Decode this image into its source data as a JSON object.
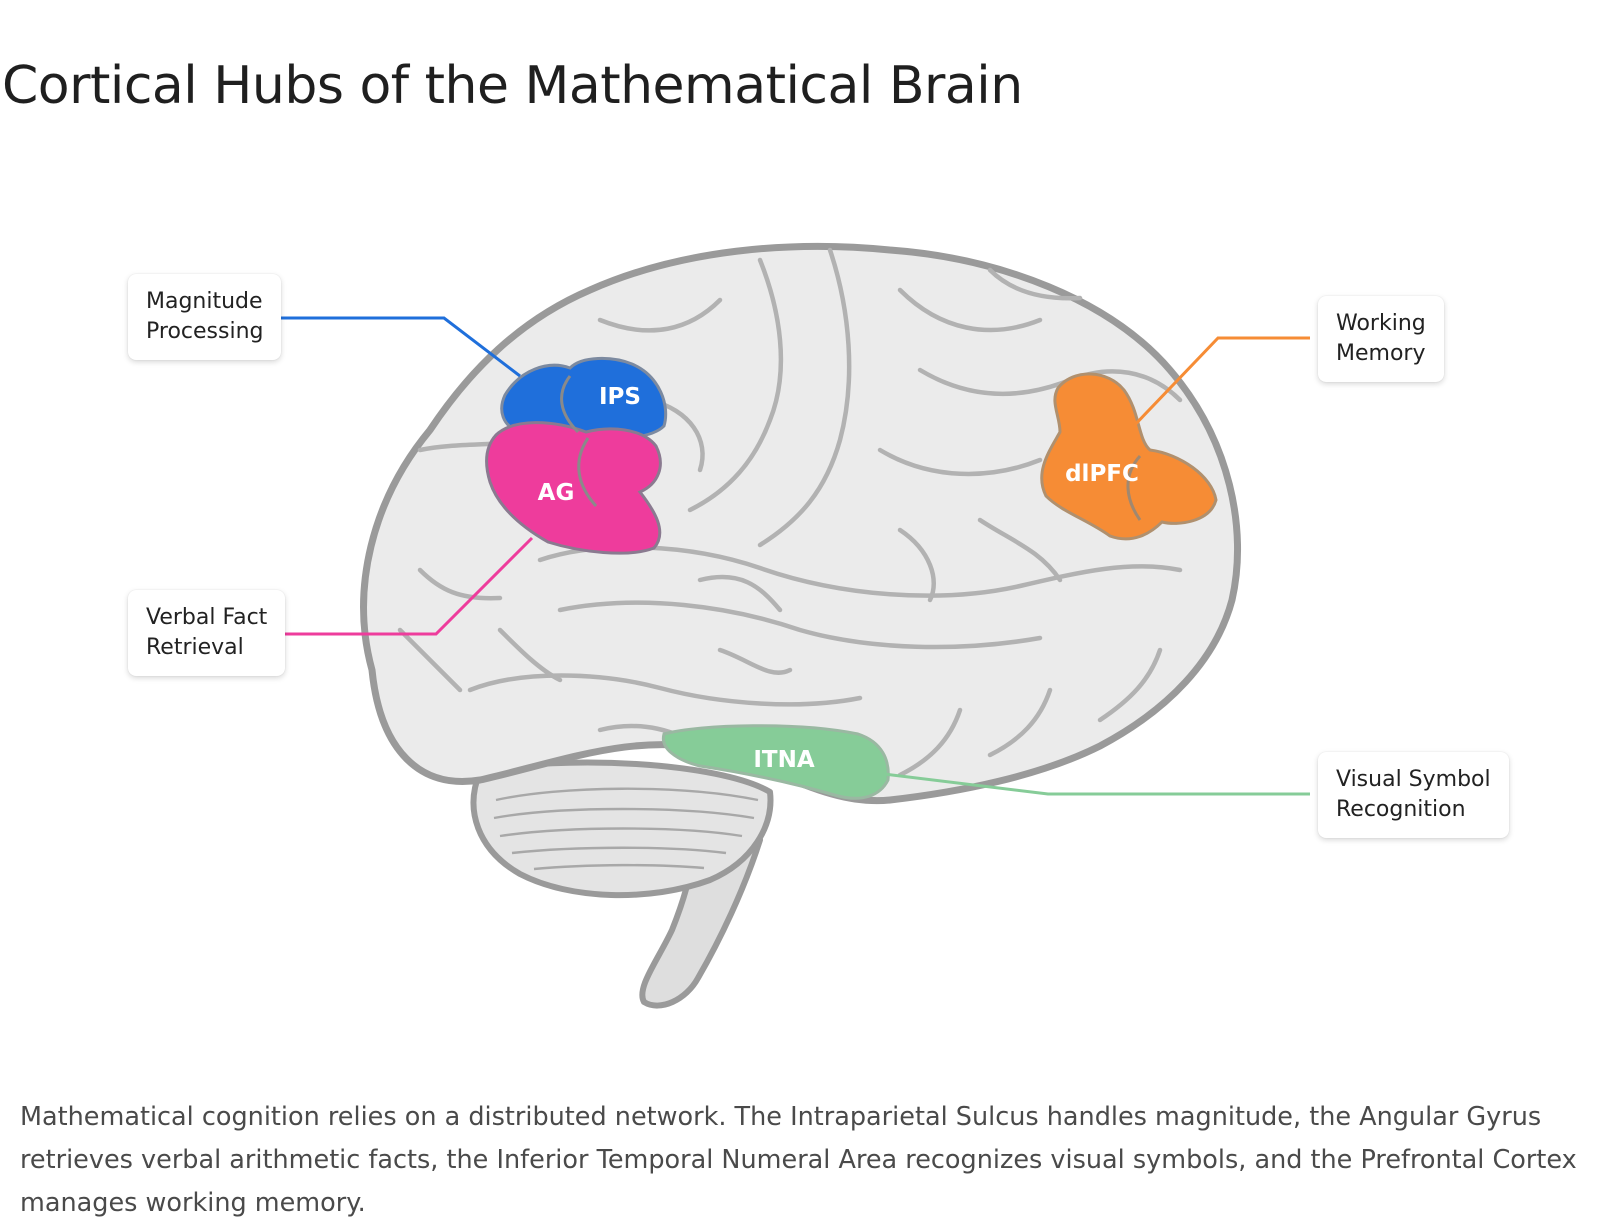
{
  "title": "Cortical Hubs of the Mathematical Brain",
  "regions": {
    "ips": {
      "abbr": "IPS",
      "color": "#1f6fdb"
    },
    "ag": {
      "abbr": "AG",
      "color": "#ee3c9c"
    },
    "dlpfc": {
      "abbr": "dlPFC",
      "color": "#f68c35"
    },
    "itna": {
      "abbr": "ITNA",
      "color": "#86cc98"
    }
  },
  "labels": {
    "magnitude": {
      "line1": "Magnitude",
      "line2": "Processing"
    },
    "verbal": {
      "line1": "Verbal Fact",
      "line2": "Retrieval"
    },
    "working": {
      "line1": "Working",
      "line2": "Memory"
    },
    "visual": {
      "line1": "Visual Symbol",
      "line2": "Recognition"
    }
  },
  "caption": "Mathematical cognition relies on a distributed network. The Intraparietal Sulcus handles magnitude, the Angular Gyrus retrieves verbal arithmetic facts, the Inferior Temporal Numeral Area recognizes visual symbols, and the Prefrontal Cortex manages working memory."
}
